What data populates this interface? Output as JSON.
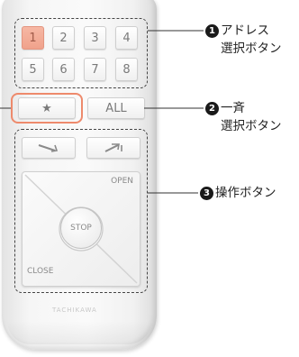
{
  "remote": {
    "address_buttons": [
      "1",
      "2",
      "3",
      "4",
      "5",
      "6",
      "7",
      "8"
    ],
    "selected_address": "1",
    "star_button": "★",
    "all_button": "ALL",
    "open_label": "OPEN",
    "stop_label": "STOP",
    "close_label": "CLOSE",
    "brand_text": "TACHIKAWA"
  },
  "annotations": [
    {
      "badge": "1",
      "line1": "アドレス",
      "line2": "選択ボタン"
    },
    {
      "badge": "2",
      "line1": "一斉",
      "line2": "選択ボタン"
    },
    {
      "badge": "3",
      "line1": "操作ボタン",
      "line2": ""
    }
  ],
  "colors": {
    "highlight": "#ee8a6c",
    "active_button": "#f0a28c",
    "dashed_outline": "#444444"
  }
}
